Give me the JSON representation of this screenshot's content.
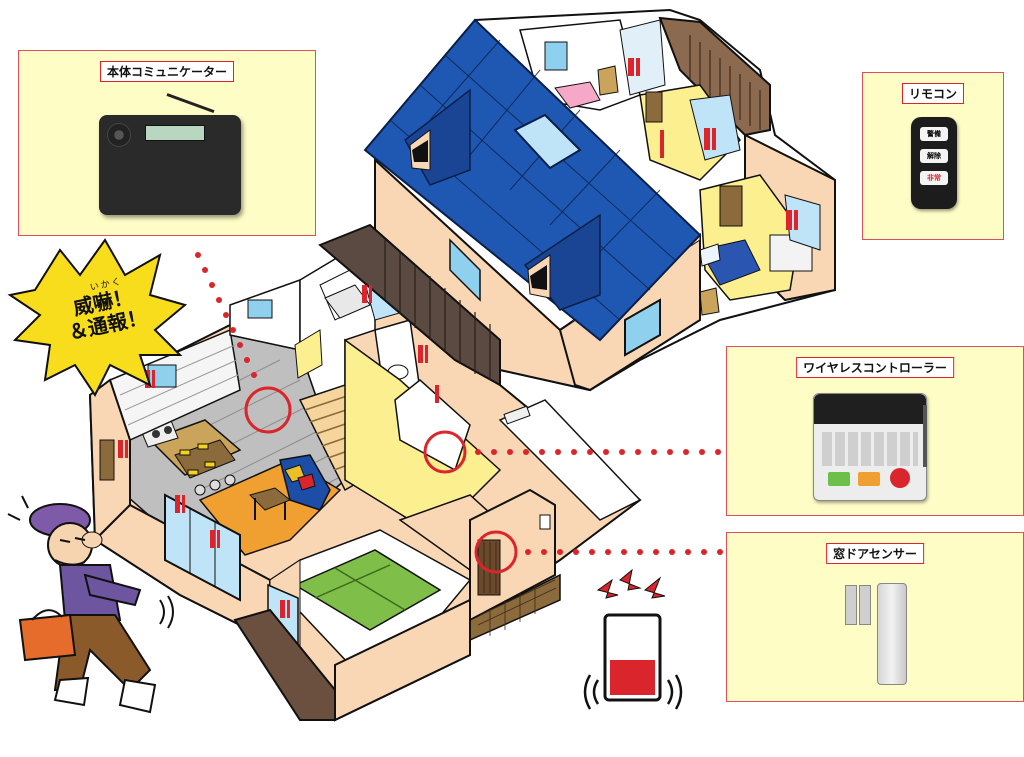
{
  "panels": {
    "communicator": {
      "title": "本体コミュニケーター",
      "screen_color": "#b9d7c0"
    },
    "remote": {
      "title": "リモコン",
      "buttons": [
        "警備",
        "解除",
        "非常"
      ]
    },
    "controller": {
      "title": "ワイヤレスコントローラー"
    },
    "sensor": {
      "title": "窓ドアセンサー"
    }
  },
  "burst": {
    "ruby": "いかく",
    "line1": "威嚇！",
    "line2": "＆通報！"
  },
  "colors": {
    "roof": "#1f58b3",
    "wall": "#f9d6b4",
    "sensor_red": "#d9252b",
    "floor_yellow": "#fbef8f",
    "tatami": "#7fbe48",
    "living_floor": "#f0a030",
    "panel_bg": "#fffdc6"
  }
}
